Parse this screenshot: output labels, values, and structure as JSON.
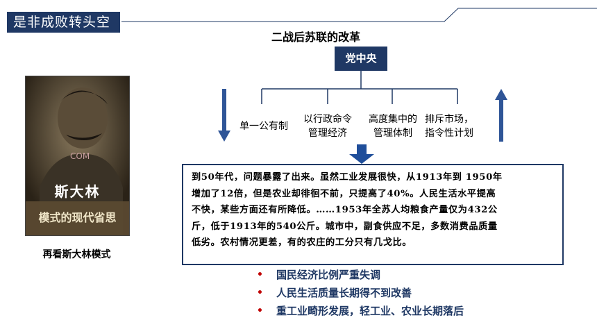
{
  "header": {
    "title": "是非成败转头空"
  },
  "diagram": {
    "title": "二战后苏联的改革",
    "top_node": "党中央",
    "branches": [
      {
        "line1": "单一公有制",
        "line2": ""
      },
      {
        "line1": "以行政命令",
        "line2": "管理经济"
      },
      {
        "line1": "高度集中的",
        "line2": "管理体制"
      },
      {
        "line1": "排斥市场，",
        "line2": "指令性计划"
      }
    ]
  },
  "book": {
    "title": "斯大林",
    "subtitle": "模式的现代省思",
    "watermark": "COM",
    "caption": "再看斯大林模式"
  },
  "quote": {
    "lines": [
      "到50年代，问题暴露了出来。虽然工业发展很快，从1913年到 1950年",
      "增加了12倍，但是农业却徘徊不前，只提高了40%。人民生活水平提高",
      "不快，某些方面还有所降低。……1953年全苏人均粮食产量仅为432公",
      "斤，低于1913年的540公斤。城市中，副食供应不足，多数消费品质量",
      "低劣。农村情况更差，有的农庄的工分只有几戈比。"
    ]
  },
  "conclusions": [
    "国民经济比例严重失调",
    "人民生活质量长期得不到改善",
    "重工业畸形发展，轻工业、农业长期落后"
  ],
  "colors": {
    "navy": "#1f3864",
    "bullet": "#c00000",
    "arrow": "#2f5597"
  }
}
